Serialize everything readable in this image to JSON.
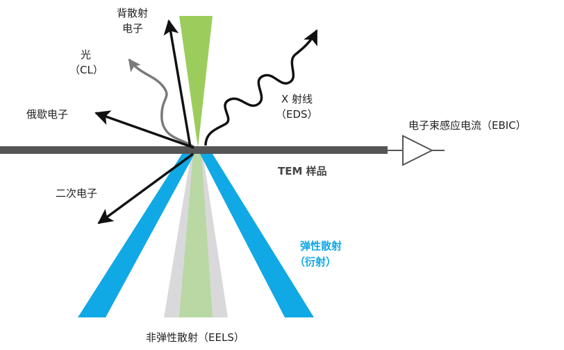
{
  "labels": {
    "backscattered_line1": "背散射",
    "backscattered_line2": "电子",
    "light_line1": "光",
    "light_line2": "（CL）",
    "auger": "俄歇电子",
    "xray_line1": "X 射线",
    "xray_line2": "（EDS）",
    "ebic": "电子束感应电流（EBIC）",
    "sample": "TEM 样品",
    "secondary": "二次电子",
    "elastic_line1": "弹性散射",
    "elastic_line2": "（衍射）",
    "inelastic": "非弹性散射（EELS）"
  },
  "colors": {
    "incident_beam": "#9ccd5c",
    "elastic": "#11a8e6",
    "inelastic_cone": "#d9d9db",
    "inelastic_core": "#b3d79a",
    "sample": "#555555",
    "arrows": "#111111",
    "light_signal": "#7a7a7a",
    "elastic_label": "#11a8e6",
    "sample_label": "#444444"
  },
  "icons": {
    "ebic_amplifier": "triangle-amplifier-icon"
  }
}
